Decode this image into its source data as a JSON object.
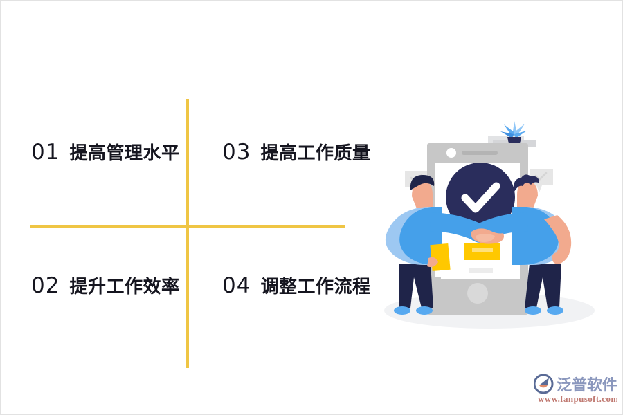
{
  "slide": {
    "background": "#ffffff",
    "accent_color": "#EFC544",
    "text_color": "#15151f"
  },
  "items": [
    {
      "num": "01",
      "label": "提高管理水平"
    },
    {
      "num": "02",
      "label": "提升工作效率"
    },
    {
      "num": "03",
      "label": "提高工作质量"
    },
    {
      "num": "04",
      "label": "调整工作流程"
    }
  ],
  "illustration": {
    "name": "two-people-handshake-phone-approval",
    "colors": {
      "phone_body": "#c7c7c7",
      "phone_screen": "#ffffff",
      "badge_circle": "#2a2d5c",
      "check_mark": "#ffffff",
      "shirt_blue": "#45a0ea",
      "shirt_light_blue": "#9dc8f2",
      "pants_navy": "#1f2449",
      "skin": "#f2aa8e",
      "card_yellow": "#ffc800",
      "plant_blue": "#5aa9f0",
      "bubble_gray": "#e6e6e6",
      "shadow_gray": "#f0f1f3"
    }
  },
  "watermark": {
    "brand": "泛普软件",
    "url": "www.fanpusoft.com",
    "brand_color": "#8a97bd",
    "url_color": "#c07a72",
    "mark_color": "#5a6b96",
    "mark_accent": "#e08a6a"
  }
}
